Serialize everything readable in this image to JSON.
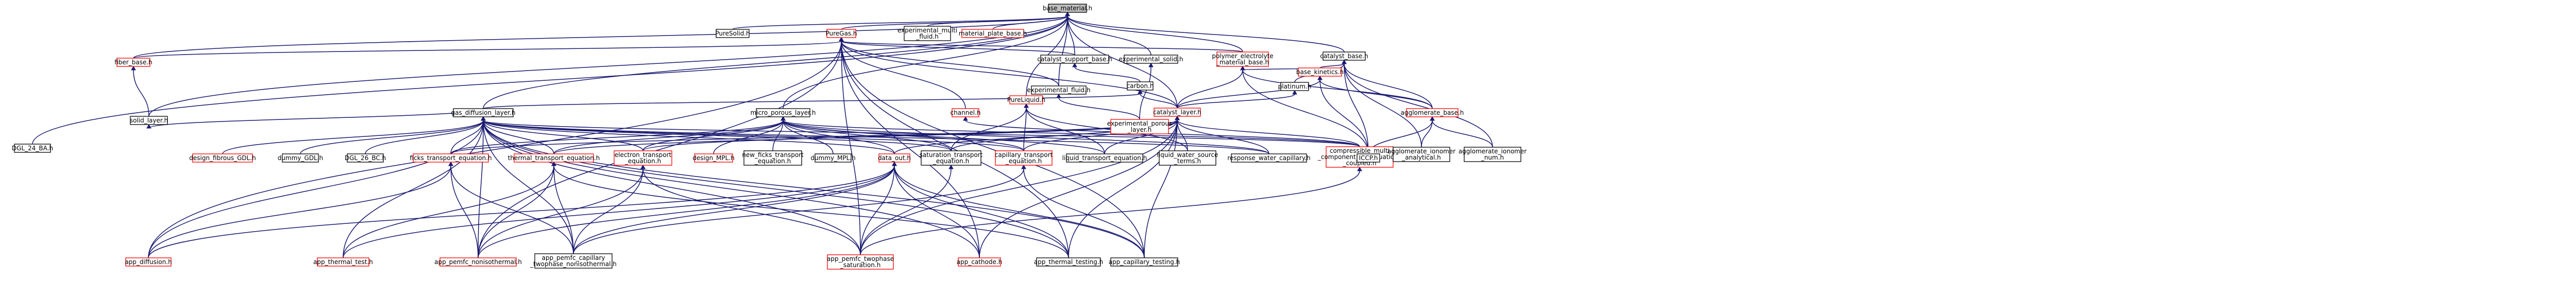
{
  "graph": {
    "edge_color": "#191970",
    "linked_border_color": "#ff0000",
    "leaf_border_color": "#000000",
    "current_fill_color": "#bfbfbf",
    "nodes": [
      {
        "id": "base_material",
        "lines": [
          "base_material.h"
        ],
        "style": "current"
      },
      {
        "id": "puresolid",
        "lines": [
          "PureSolid.h"
        ],
        "style": "black"
      },
      {
        "id": "puregas",
        "lines": [
          "PureGas.h"
        ],
        "style": "red"
      },
      {
        "id": "experimental_multi_fluid",
        "lines": [
          "experimental_multi",
          "_fluid.h"
        ],
        "style": "black"
      },
      {
        "id": "material_plate_base",
        "lines": [
          "material_plate_base.h"
        ],
        "style": "red"
      },
      {
        "id": "fiber_base",
        "lines": [
          "fiber_base.h"
        ],
        "style": "red"
      },
      {
        "id": "catalyst_support_base",
        "lines": [
          "catalyst_support_base.h"
        ],
        "style": "black"
      },
      {
        "id": "experimental_solid",
        "lines": [
          "experimental_solid.h"
        ],
        "style": "black"
      },
      {
        "id": "polymer_electrolyte_material_base",
        "lines": [
          "polymer_electrolyte",
          "_material_base.h"
        ],
        "style": "red"
      },
      {
        "id": "catalyst_base",
        "lines": [
          "catalyst_base.h"
        ],
        "style": "black"
      },
      {
        "id": "experimental_fluid",
        "lines": [
          "experimental_fluid.h"
        ],
        "style": "black"
      },
      {
        "id": "carbon",
        "lines": [
          "carbon.h"
        ],
        "style": "black"
      },
      {
        "id": "platinum",
        "lines": [
          "platinum.h"
        ],
        "style": "black"
      },
      {
        "id": "base_kinetics",
        "lines": [
          "base_kinetics.h"
        ],
        "style": "red"
      },
      {
        "id": "solid_layer",
        "lines": [
          "solid_layer.h"
        ],
        "style": "black"
      },
      {
        "id": "gas_diffusion_layer",
        "lines": [
          "gas_diffusion_layer.h"
        ],
        "style": "black"
      },
      {
        "id": "micro_porous_layer",
        "lines": [
          "micro_porous_layer.h"
        ],
        "style": "black"
      },
      {
        "id": "channel",
        "lines": [
          "channel.h"
        ],
        "style": "red"
      },
      {
        "id": "pureliquid",
        "lines": [
          "PureLiquid.h"
        ],
        "style": "red"
      },
      {
        "id": "catalyst_layer",
        "lines": [
          "catalyst_layer.h"
        ],
        "style": "red"
      },
      {
        "id": "experimental_porous_layer",
        "lines": [
          "experimental_porous",
          "_layer.h"
        ],
        "style": "red"
      },
      {
        "id": "agglomerate_base",
        "lines": [
          "agglomerate_base.h"
        ],
        "style": "red"
      },
      {
        "id": "dgl_24_ba",
        "lines": [
          "DGL_24_BA.h"
        ],
        "style": "black"
      },
      {
        "id": "design_fibrous_gdl",
        "lines": [
          "design_fibrous_GDL.h"
        ],
        "style": "red"
      },
      {
        "id": "dummy_gdl",
        "lines": [
          "dummy_GDL.h"
        ],
        "style": "black"
      },
      {
        "id": "dgl_26_bc",
        "lines": [
          "DGL_26_BC.h"
        ],
        "style": "black"
      },
      {
        "id": "ficks_transport_equation",
        "lines": [
          "ficks_transport_equation.h"
        ],
        "style": "red"
      },
      {
        "id": "thermal_transport_equation",
        "lines": [
          "thermal_transport_equation.h"
        ],
        "style": "red"
      },
      {
        "id": "electron_transport_equation",
        "lines": [
          "electron_transport",
          "_equation.h"
        ],
        "style": "red"
      },
      {
        "id": "design_mpl",
        "lines": [
          "design_MPL.h"
        ],
        "style": "red"
      },
      {
        "id": "new_ficks_transport_equation",
        "lines": [
          "new_ficks_transport",
          "_equation.h"
        ],
        "style": "black"
      },
      {
        "id": "dummy_mpl",
        "lines": [
          "dummy_MPL.h"
        ],
        "style": "black"
      },
      {
        "id": "data_out",
        "lines": [
          "data_out.h"
        ],
        "style": "red"
      },
      {
        "id": "saturation_transport_equation",
        "lines": [
          "saturation_transport",
          "_equation.h"
        ],
        "style": "black"
      },
      {
        "id": "capillary_transport_equation",
        "lines": [
          "capillary_transport",
          "_equation.h"
        ],
        "style": "red"
      },
      {
        "id": "liquid_transport_equation",
        "lines": [
          "liquid_transport_equation.h"
        ],
        "style": "black"
      },
      {
        "id": "liquid_water_source_terms",
        "lines": [
          "liquid_water_source",
          "_terms.h"
        ],
        "style": "black"
      },
      {
        "id": "response_water_capillary",
        "lines": [
          "response_water_capillary.h"
        ],
        "style": "black"
      },
      {
        "id": "compressible_multi_component",
        "lines": [
          "compressible_multi",
          "_component_KG_equations",
          "_coupled.h"
        ],
        "style": "red"
      },
      {
        "id": "icc",
        "lines": [
          "ICCP.h"
        ],
        "style": "black"
      },
      {
        "id": "agglomerate_ionomer_analytical",
        "lines": [
          "agglomerate_ionomer",
          "_analytical.h"
        ],
        "style": "black"
      },
      {
        "id": "agglomerate_ionomer_num",
        "lines": [
          "agglomerate_ionomer",
          "_num.h"
        ],
        "style": "black"
      },
      {
        "id": "app_diffusion",
        "lines": [
          "app_diffusion.h"
        ],
        "style": "red"
      },
      {
        "id": "app_thermal_test",
        "lines": [
          "app_thermal_test.h"
        ],
        "style": "red"
      },
      {
        "id": "app_pemfc_nonisothermal",
        "lines": [
          "app_pemfc_nonisothermal.h"
        ],
        "style": "red"
      },
      {
        "id": "app_pemfc_capillary",
        "lines": [
          "app_pemfc_capillary",
          "_twophase_nonisothermal.h"
        ],
        "style": "black"
      },
      {
        "id": "app_pemfc_twophase",
        "lines": [
          "app_pemfc_twophase",
          "_saturation.h"
        ],
        "style": "red"
      },
      {
        "id": "app_cathode",
        "lines": [
          "app_cathode.h"
        ],
        "style": "red"
      },
      {
        "id": "app_thermal_testing",
        "lines": [
          "app_thermal_testing.h"
        ],
        "style": "black"
      },
      {
        "id": "app_capillary_testing",
        "lines": [
          "app_capillary_testing.h"
        ],
        "style": "black"
      }
    ],
    "edges": [
      [
        "puresolid",
        "base_material"
      ],
      [
        "puregas",
        "base_material"
      ],
      [
        "experimental_multi_fluid",
        "base_material"
      ],
      [
        "material_plate_base",
        "base_material"
      ],
      [
        "catalyst_support_base",
        "base_material"
      ],
      [
        "experimental_solid",
        "base_material"
      ],
      [
        "polymer_electrolyte_material_base",
        "base_material"
      ],
      [
        "catalyst_base",
        "base_material"
      ],
      [
        "experimental_fluid",
        "base_material"
      ],
      [
        "gas_diffusion_layer",
        "base_material"
      ],
      [
        "micro_porous_layer",
        "base_material"
      ],
      [
        "catalyst_layer",
        "base_material"
      ],
      [
        "solid_layer",
        "base_material"
      ],
      [
        "dgl_24_ba",
        "base_material"
      ],
      [
        "fiber_base",
        "base_material"
      ],
      [
        "pureliquid",
        "base_material"
      ],
      [
        "catalyst_support_base",
        "puregas"
      ],
      [
        "experimental_fluid",
        "puregas"
      ],
      [
        "catalyst_layer",
        "puregas"
      ],
      [
        "polymer_electrolyte_material_base",
        "puregas"
      ],
      [
        "fiber_base",
        "puregas"
      ],
      [
        "channel",
        "puregas"
      ],
      [
        "app_thermal_testing",
        "puregas"
      ],
      [
        "app_capillary_testing",
        "puregas"
      ],
      [
        "app_cathode",
        "puregas"
      ],
      [
        "app_pemfc_twophase",
        "puregas"
      ],
      [
        "app_diffusion",
        "puregas"
      ],
      [
        "app_pemfc_nonisothermal",
        "puregas"
      ],
      [
        "solid_layer",
        "fiber_base"
      ],
      [
        "carbon",
        "catalyst_support_base"
      ],
      [
        "experimental_porous_layer",
        "experimental_solid"
      ],
      [
        "experimental_porous_layer",
        "experimental_fluid"
      ],
      [
        "catalyst_layer",
        "polymer_electrolyte_material_base"
      ],
      [
        "base_kinetics",
        "polymer_electrolyte_material_base"
      ],
      [
        "icc",
        "polymer_electrolyte_material_base"
      ],
      [
        "agglomerate_base",
        "polymer_electrolyte_material_base"
      ],
      [
        "platinum",
        "catalyst_base"
      ],
      [
        "base_kinetics",
        "catalyst_base"
      ],
      [
        "agglomerate_base",
        "catalyst_base"
      ],
      [
        "icc",
        "catalyst_base"
      ],
      [
        "agglomerate_ionomer_analytical",
        "catalyst_base"
      ],
      [
        "agglomerate_ionomer_num",
        "catalyst_base"
      ],
      [
        "catalyst_layer",
        "carbon"
      ],
      [
        "gas_diffusion_layer",
        "carbon"
      ],
      [
        "catalyst_layer",
        "platinum"
      ],
      [
        "catalyst_layer",
        "base_kinetics"
      ],
      [
        "agglomerate_base",
        "base_kinetics"
      ],
      [
        "icc",
        "base_kinetics"
      ],
      [
        "icc",
        "agglomerate_base"
      ],
      [
        "agglomerate_ionomer_analytical",
        "agglomerate_base"
      ],
      [
        "agglomerate_ionomer_num",
        "agglomerate_base"
      ],
      [
        "gas_diffusion_layer",
        "solid_layer"
      ],
      [
        "design_fibrous_gdl",
        "gas_diffusion_layer"
      ],
      [
        "dummy_gdl",
        "gas_diffusion_layer"
      ],
      [
        "dgl_26_bc",
        "gas_diffusion_layer"
      ],
      [
        "ficks_transport_equation",
        "gas_diffusion_layer"
      ],
      [
        "thermal_transport_equation",
        "gas_diffusion_layer"
      ],
      [
        "electron_transport_equation",
        "gas_diffusion_layer"
      ],
      [
        "data_out",
        "gas_diffusion_layer"
      ],
      [
        "saturation_transport_equation",
        "gas_diffusion_layer"
      ],
      [
        "capillary_transport_equation",
        "gas_diffusion_layer"
      ],
      [
        "compressible_multi_component",
        "gas_diffusion_layer"
      ],
      [
        "app_diffusion",
        "gas_diffusion_layer"
      ],
      [
        "app_thermal_test",
        "gas_diffusion_layer"
      ],
      [
        "app_pemfc_nonisothermal",
        "gas_diffusion_layer"
      ],
      [
        "app_pemfc_capillary",
        "gas_diffusion_layer"
      ],
      [
        "app_pemfc_twophase",
        "gas_diffusion_layer"
      ],
      [
        "app_cathode",
        "gas_diffusion_layer"
      ],
      [
        "app_thermal_testing",
        "gas_diffusion_layer"
      ],
      [
        "app_capillary_testing",
        "gas_diffusion_layer"
      ],
      [
        "response_water_capillary",
        "gas_diffusion_layer"
      ],
      [
        "design_mpl",
        "micro_porous_layer"
      ],
      [
        "dummy_mpl",
        "micro_porous_layer"
      ],
      [
        "new_ficks_transport_equation",
        "micro_porous_layer"
      ],
      [
        "ficks_transport_equation",
        "micro_porous_layer"
      ],
      [
        "thermal_transport_equation",
        "micro_porous_layer"
      ],
      [
        "electron_transport_equation",
        "micro_porous_layer"
      ],
      [
        "data_out",
        "micro_porous_layer"
      ],
      [
        "saturation_transport_equation",
        "micro_porous_layer"
      ],
      [
        "capillary_transport_equation",
        "micro_porous_layer"
      ],
      [
        "liquid_transport_equation",
        "micro_porous_layer"
      ],
      [
        "compressible_multi_component",
        "micro_porous_layer"
      ],
      [
        "response_water_capillary",
        "micro_porous_layer"
      ],
      [
        "compressible_multi_component",
        "channel"
      ],
      [
        "liquid_water_source_terms",
        "pureliquid"
      ],
      [
        "saturation_transport_equation",
        "pureliquid"
      ],
      [
        "capillary_transport_equation",
        "pureliquid"
      ],
      [
        "liquid_transport_equation",
        "pureliquid"
      ],
      [
        "ficks_transport_equation",
        "catalyst_layer"
      ],
      [
        "thermal_transport_equation",
        "catalyst_layer"
      ],
      [
        "electron_transport_equation",
        "catalyst_layer"
      ],
      [
        "data_out",
        "catalyst_layer"
      ],
      [
        "saturation_transport_equation",
        "catalyst_layer"
      ],
      [
        "capillary_transport_equation",
        "catalyst_layer"
      ],
      [
        "liquid_transport_equation",
        "catalyst_layer"
      ],
      [
        "liquid_water_source_terms",
        "catalyst_layer"
      ],
      [
        "response_water_capillary",
        "catalyst_layer"
      ],
      [
        "compressible_multi_component",
        "catalyst_layer"
      ],
      [
        "app_cathode",
        "catalyst_layer"
      ],
      [
        "app_thermal_testing",
        "catalyst_layer"
      ],
      [
        "app_capillary_testing",
        "catalyst_layer"
      ],
      [
        "app_pemfc_twophase",
        "catalyst_layer"
      ],
      [
        "app_diffusion",
        "ficks_transport_equation"
      ],
      [
        "app_pemfc_nonisothermal",
        "ficks_transport_equation"
      ],
      [
        "app_pemfc_capillary",
        "ficks_transport_equation"
      ],
      [
        "app_thermal_test",
        "thermal_transport_equation"
      ],
      [
        "app_pemfc_nonisothermal",
        "thermal_transport_equation"
      ],
      [
        "app_pemfc_capillary",
        "thermal_transport_equation"
      ],
      [
        "app_thermal_testing",
        "thermal_transport_equation"
      ],
      [
        "app_pemfc_nonisothermal",
        "electron_transport_equation"
      ],
      [
        "app_pemfc_capillary",
        "electron_transport_equation"
      ],
      [
        "app_pemfc_twophase",
        "electron_transport_equation"
      ],
      [
        "app_diffusion",
        "data_out"
      ],
      [
        "app_thermal_test",
        "data_out"
      ],
      [
        "app_pemfc_nonisothermal",
        "data_out"
      ],
      [
        "app_pemfc_capillary",
        "data_out"
      ],
      [
        "app_pemfc_twophase",
        "data_out"
      ],
      [
        "app_cathode",
        "data_out"
      ],
      [
        "app_thermal_testing",
        "data_out"
      ],
      [
        "app_capillary_testing",
        "data_out"
      ],
      [
        "app_pemfc_capillary",
        "capillary_transport_equation"
      ],
      [
        "app_capillary_testing",
        "capillary_transport_equation"
      ],
      [
        "app_pemfc_twophase",
        "saturation_transport_equation"
      ],
      [
        "app_pemfc_twophase",
        "compressible_multi_component"
      ]
    ]
  }
}
